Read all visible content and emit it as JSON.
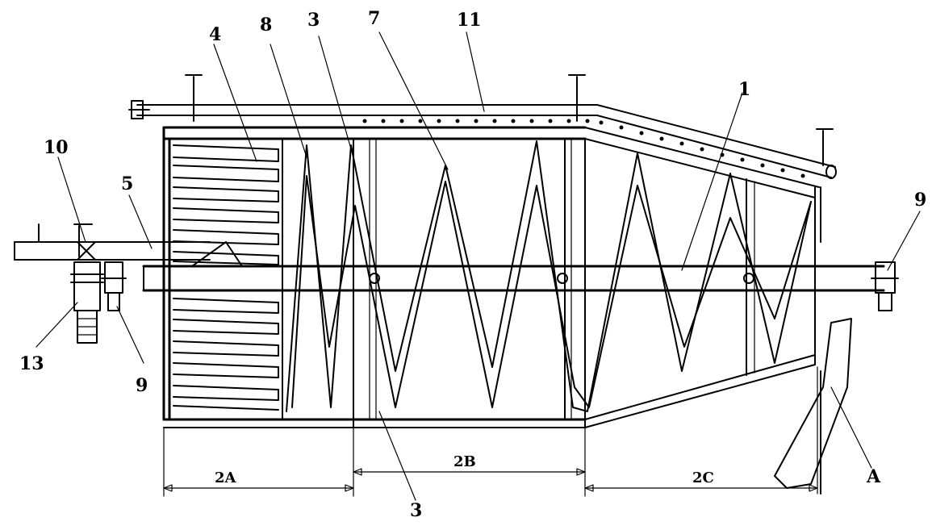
{
  "labels": {
    "l1": "1",
    "l3a": "3",
    "l3b": "3",
    "l4": "4",
    "l5": "5",
    "l7": "7",
    "l8": "8",
    "l9a": "9",
    "l9b": "9",
    "l10": "10",
    "l11": "11",
    "l13": "13",
    "lA": "A"
  },
  "dimensions": {
    "d2A": "2A",
    "d2B": "2B",
    "d2C": "2C"
  }
}
